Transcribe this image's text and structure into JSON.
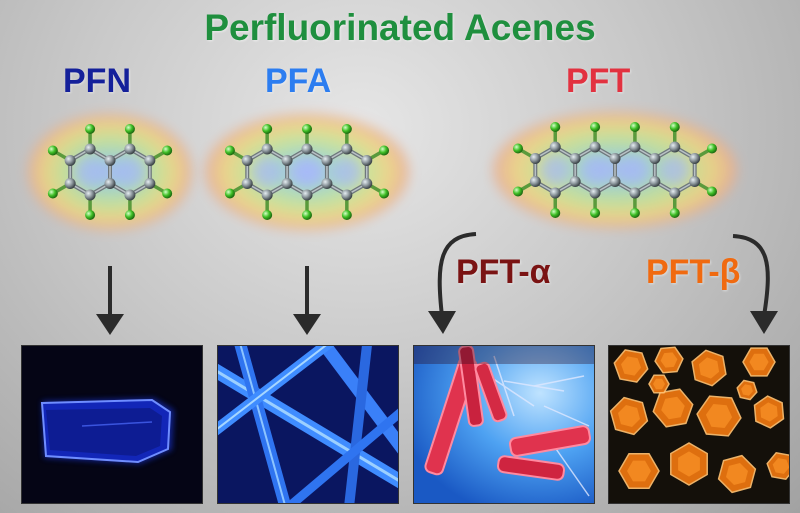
{
  "title": "Perfluorinated Acenes",
  "colors": {
    "title": "#1f8f3e",
    "pfn": "#14209a",
    "pfa": "#2c7df0",
    "pft": "#e23240",
    "pft_alpha": "#7a1313",
    "pft_beta": "#f06a10",
    "carbon": "#8c969c",
    "fluorine": "#3fbf26",
    "arrow": "#2b2b2b"
  },
  "molecules": [
    {
      "id": "pfn",
      "label": "PFN",
      "rings": 2
    },
    {
      "id": "pfa",
      "label": "PFA",
      "rings": 3
    },
    {
      "id": "pft",
      "label": "PFT",
      "rings": 4
    }
  ],
  "polymorphs": [
    {
      "id": "pft_alpha",
      "label": "PFT-α"
    },
    {
      "id": "pft_beta",
      "label": "PFT-β"
    }
  ],
  "photos": [
    {
      "id": "pfn-crystal",
      "icon": "pfn-block-crystal-photo"
    },
    {
      "id": "pfa-crystal",
      "icon": "pfa-needle-crystals-photo"
    },
    {
      "id": "pft-alpha-crystal",
      "icon": "pft-alpha-rod-crystals-photo"
    },
    {
      "id": "pft-beta-crystal",
      "icon": "pft-beta-hexagon-crystals-photo"
    }
  ]
}
